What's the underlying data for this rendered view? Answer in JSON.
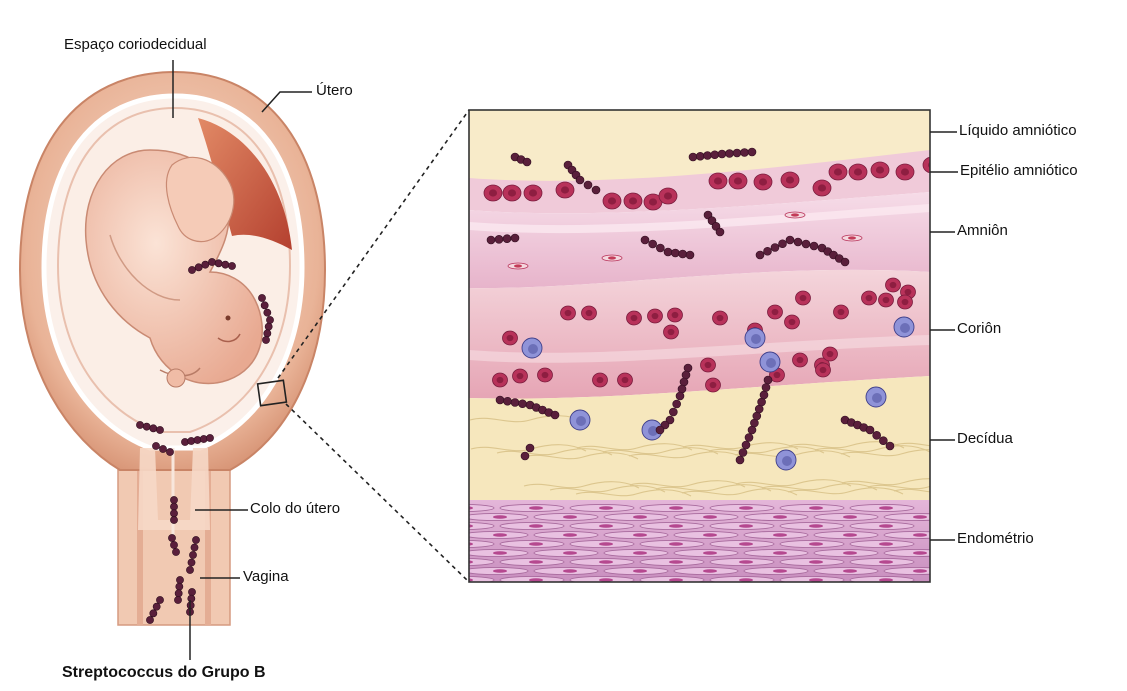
{
  "labels": {
    "chorio_space": "Espaço coriodecidual",
    "uterus": "Útero",
    "cervix": "Colo do útero",
    "vagina": "Vagina",
    "gbs": "Streptococcus do Grupo B",
    "amniotic_fluid": "Líquido amniótico",
    "amniotic_epithelium": "Epitélio amniótico",
    "amnion": "Amniôn",
    "chorion": "Coriôn",
    "decidua": "Decídua",
    "endometrium": "Endométrio"
  },
  "colors": {
    "uterus_wall": "#e6a98a",
    "uterus_inner": "#f6dccb",
    "fetus": "#f3c7b3",
    "placenta": "#c9553f",
    "amniotic_fluid_layer": "#f7e9c6",
    "epithelium_layer": "#e9c2d3",
    "amnion_layer": "#f2d1df",
    "chorion_layer": "#efc1cc",
    "decidua_layer": "#f5e6b8",
    "endometrium_layer": "#d9a7cf",
    "bacteria": "#5a1f3b",
    "cell": "#b8325a",
    "immune_cell": "#6c6fb8"
  }
}
